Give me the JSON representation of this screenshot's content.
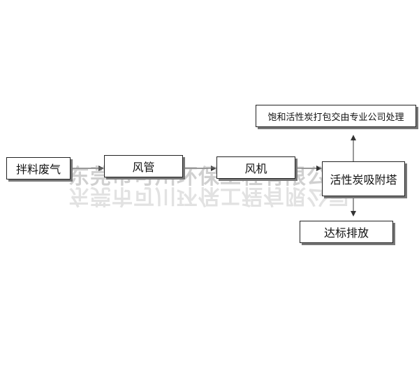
{
  "diagram": {
    "nodes": [
      {
        "id": "source",
        "label": "拌料废气"
      },
      {
        "id": "duct",
        "label": "风管"
      },
      {
        "id": "fan",
        "label": "风机"
      },
      {
        "id": "tower",
        "label": "活性炭吸附塔"
      },
      {
        "id": "vendor",
        "label": "饱和活性炭打包交由专业公司处理"
      },
      {
        "id": "emit",
        "label": "达标排放"
      }
    ],
    "edges": [
      {
        "from": "source",
        "to": "duct"
      },
      {
        "from": "duct",
        "to": "fan"
      },
      {
        "from": "fan",
        "to": "tower"
      },
      {
        "from": "tower",
        "to": "vendor"
      },
      {
        "from": "tower",
        "to": "emit"
      }
    ],
    "line_color": "#333333"
  },
  "watermark": {
    "text": "东莞市可川环保工程有限公司"
  }
}
